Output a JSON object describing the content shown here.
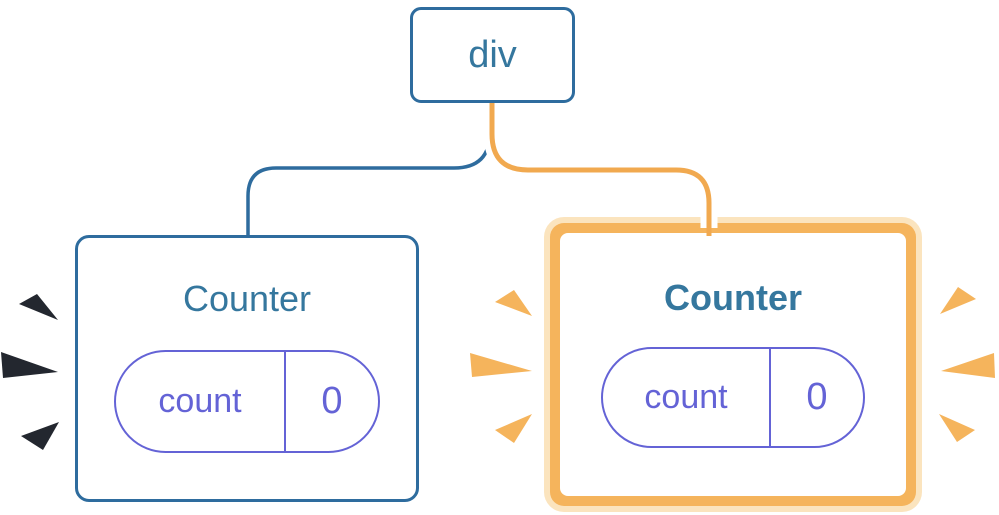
{
  "colors": {
    "blue": "#2E6C9E",
    "title-blue": "#35779E",
    "purple": "#6463D6",
    "orange": "#F5B45C",
    "orange-line": "#F1A94F",
    "pale-orange": "#FBE4BE",
    "dark-spark": "#23272F"
  },
  "tree": {
    "root": {
      "label": "div"
    },
    "children": [
      {
        "title": "Counter",
        "state_key": "count",
        "state_value": "0",
        "highlighted": false
      },
      {
        "title": "Counter",
        "state_key": "count",
        "state_value": "0",
        "highlighted": true
      }
    ]
  }
}
